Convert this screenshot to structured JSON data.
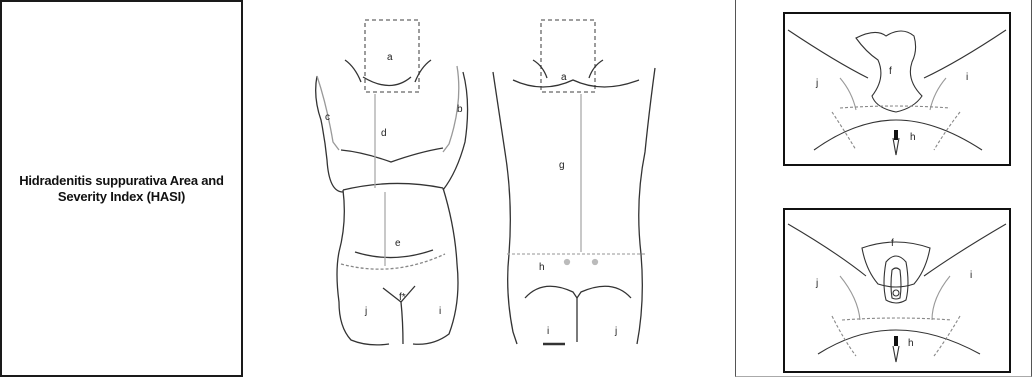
{
  "title": "Hidradenitis suppurativa Area and Severity Index (HASI)",
  "front_labels": [
    "a",
    "b",
    "c",
    "d",
    "e",
    "f*",
    "j",
    "i"
  ],
  "back_labels": [
    "a",
    "g",
    "h",
    "i",
    "j"
  ],
  "groin_labels": [
    "f",
    "i",
    "j",
    "h"
  ],
  "perineum_labels": [
    "f",
    "j",
    "i",
    "h"
  ]
}
